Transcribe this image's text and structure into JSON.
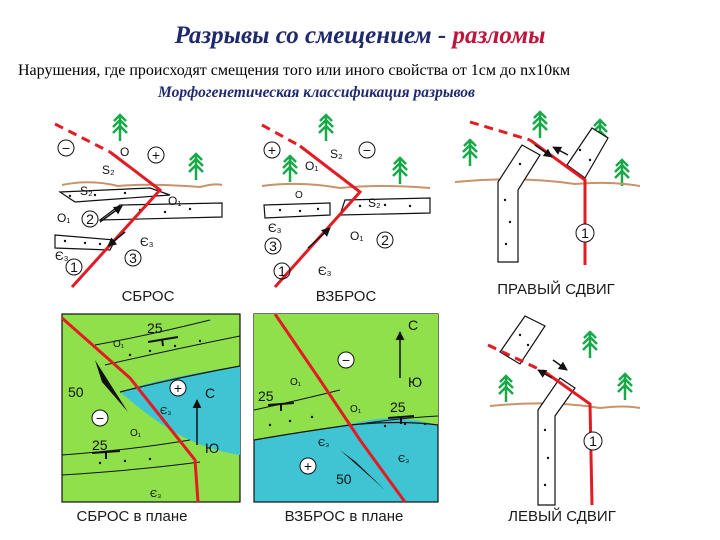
{
  "title_part1": "Разрывы со смещением - ",
  "title_part2": "разломы",
  "subtitle": "Нарушения, где происходят смещения того или иного свойства от 1см до nx10км",
  "heading": "Морфогенетическая классификация разрывов",
  "captions": {
    "normal_fault": "СБРОС",
    "reverse_fault": "ВЗБРОС",
    "right_strike_slip": "ПРАВЫЙ СДВИГ",
    "normal_fault_plan": "СБРОС в плане",
    "reverse_fault_plan": "ВЗБРОС в плане",
    "left_strike_slip": "ЛЕВЫЙ СДВИГ"
  },
  "labels": {
    "minus": "−",
    "plus": "+",
    "o": "O",
    "o1": "O₁",
    "s2": "S₂",
    "e3": "Є₃",
    "n1": "1",
    "n2": "2",
    "n3": "3",
    "dip25": "25",
    "dip50": "50",
    "north": "С",
    "south": "Ю"
  },
  "colors": {
    "title": "#1f2a6e",
    "title_accent": "#c0143c",
    "fault_line": "#e31b23",
    "ground": "#c8926a",
    "tree": "#18a84a",
    "map_green": "#8fe04a",
    "map_cyan": "#3fc4d4"
  }
}
